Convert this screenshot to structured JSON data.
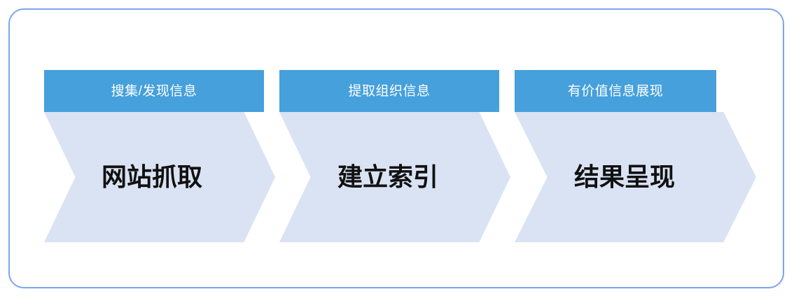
{
  "diagram": {
    "title": "",
    "frame": {
      "border_color": "#7ba5ee",
      "shape": "rounded-rectangle"
    },
    "colors": {
      "header_blue": "#45a0dc",
      "chevron_light_blue": "#dae3f3",
      "header_text": "#ffffff",
      "body_text": "#111111",
      "frame_border": "#7ba5ee",
      "background": "#ffffff"
    },
    "stages": [
      {
        "id": "stage-1",
        "header_label": "搜集/发现信息",
        "body_label": "网站抓取"
      },
      {
        "id": "stage-2",
        "header_label": "提取组织信息",
        "body_label": "建立索引"
      },
      {
        "id": "stage-3",
        "header_label": "有价值信息展现",
        "body_label": "结果呈现"
      }
    ]
  }
}
